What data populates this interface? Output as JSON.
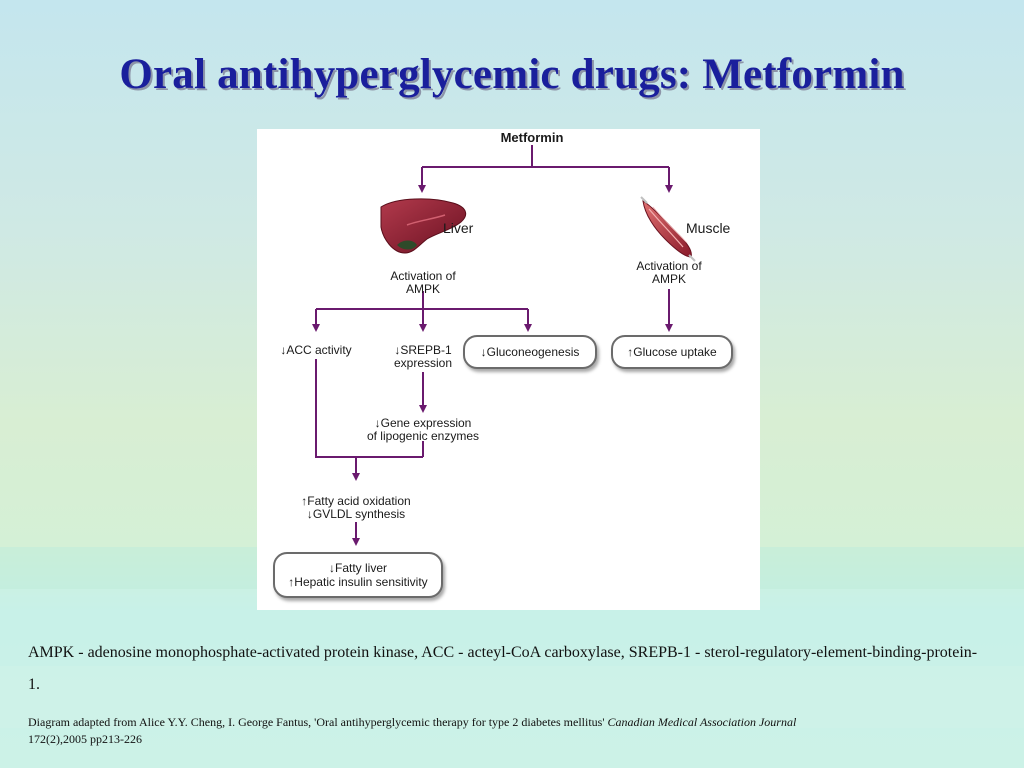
{
  "slide": {
    "title": "Oral antihyperglycemic drugs: Metformin"
  },
  "diagram": {
    "root": "Metformin",
    "liver": {
      "label": "Liver",
      "activation_line1": "Activation of",
      "activation_line2": "AMPK",
      "acc": "↓ACC activity",
      "srepb_line1": "↓SREPB-1",
      "srepb_line2": "expression",
      "gluconeogenesis": "↓Gluconeogenesis",
      "gene_line1": "↓Gene expression",
      "gene_line2": "of lipogenic enzymes",
      "fatty_line1": "↑Fatty acid oxidation",
      "fatty_line2": "↓GVLDL synthesis",
      "outcome_line1": "↓Fatty liver",
      "outcome_line2": "↑Hepatic insulin sensitivity"
    },
    "muscle": {
      "label": "Muscle",
      "activation_line1": "Activation of",
      "activation_line2": "AMPK",
      "glucose": "↑Glucose uptake"
    },
    "colors": {
      "arrow": "#6a1a6e",
      "liver": "#8a1d2e",
      "muscle": "#b2273a",
      "title": "#1a1f9c"
    }
  },
  "footnote": {
    "abbreviations": "AMPK - adenosine monophosphate-activated protein kinase, ACC - acteyl-CoA carboxylase, SREPB-1 - sterol-regulatory-element-binding-protein-1.",
    "citation_text": "Diagram adapted from Alice Y.Y. Cheng, I. George Fantus, 'Oral antihyperglycemic therapy for type 2 diabetes mellitus'",
    "citation_journal": "Canadian Medical Association Journal",
    "citation_ref": "172(2),2005 pp213-226"
  }
}
